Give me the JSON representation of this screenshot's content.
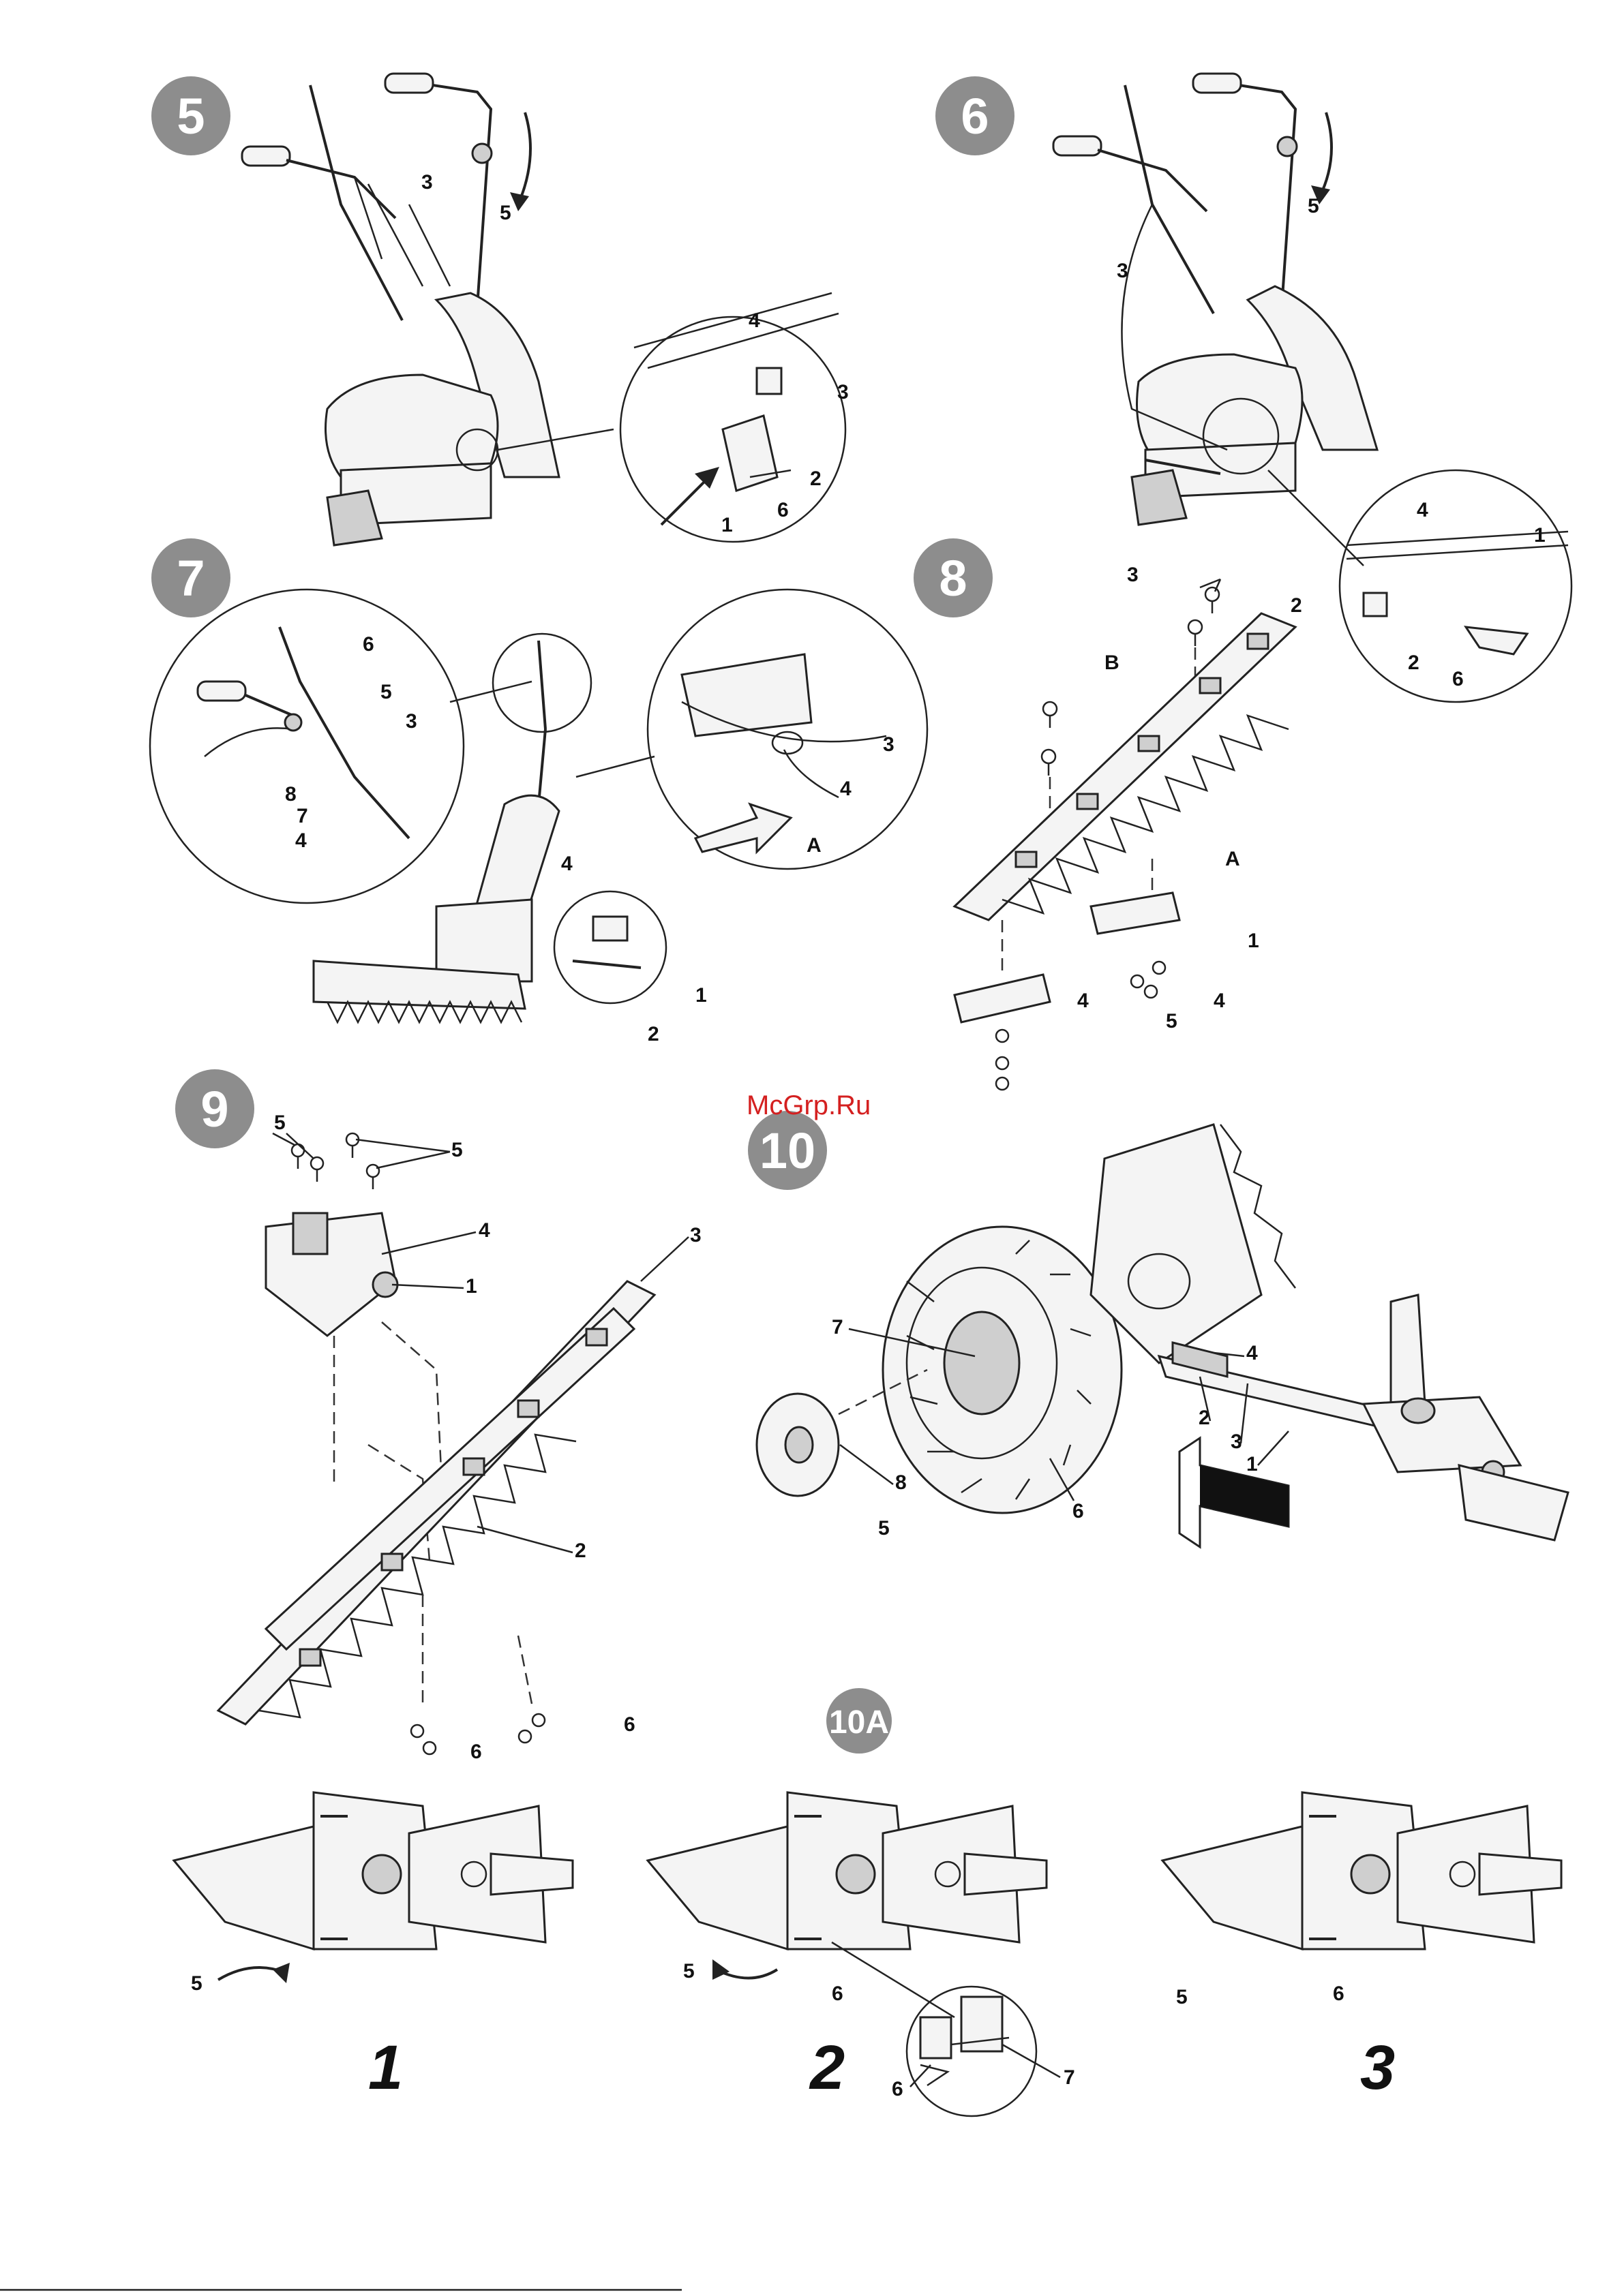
{
  "figures": [
    {
      "id": "5",
      "badge": "5",
      "labels": [
        "3",
        "5",
        "4",
        "3",
        "2",
        "6",
        "1"
      ]
    },
    {
      "id": "6",
      "badge": "6",
      "labels": [
        "5",
        "3",
        "4",
        "1",
        "2",
        "6"
      ]
    },
    {
      "id": "7",
      "badge": "7",
      "labels": [
        "6",
        "5",
        "3",
        "8",
        "7",
        "4",
        "4",
        "1",
        "2",
        "3",
        "4",
        "A"
      ]
    },
    {
      "id": "8",
      "badge": "8",
      "labels": [
        "3",
        "2",
        "B",
        "A",
        "1",
        "4",
        "4",
        "5"
      ]
    },
    {
      "id": "9",
      "badge": "9",
      "labels": [
        "5",
        "5",
        "4",
        "1",
        "3",
        "2",
        "6",
        "6"
      ]
    },
    {
      "id": "10",
      "badge": "10",
      "labels": [
        "7",
        "4",
        "2",
        "3",
        "1",
        "8",
        "5",
        "6"
      ]
    },
    {
      "id": "10A",
      "badge": "10A",
      "steps": [
        {
          "number": "1",
          "labels": [
            "5"
          ]
        },
        {
          "number": "2",
          "labels": [
            "5",
            "6",
            "6",
            "7"
          ]
        },
        {
          "number": "3",
          "labels": [
            "5",
            "6"
          ]
        }
      ]
    }
  ],
  "watermark": "McGrp.Ru"
}
